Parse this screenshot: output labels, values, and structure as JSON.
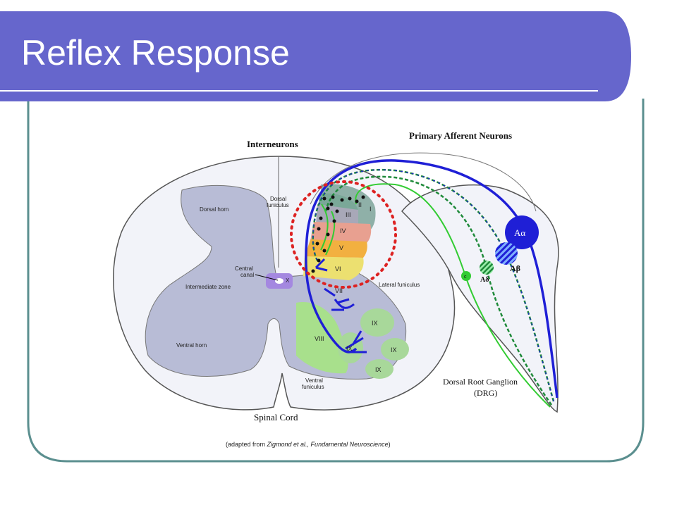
{
  "slide": {
    "title": "Reflex Response",
    "caption_prefix": "(adapted from ",
    "caption_italic": "Zigmond et al., Fundamental Neuroscience",
    "caption_suffix": ")"
  },
  "labels": {
    "interneurons": "Interneurons",
    "primary_afferent": "Primary Afferent Neurons",
    "dorsal_funiculus_1": "Dorsal",
    "dorsal_funiculus_2": "funiculus",
    "dorsal_horn": "Dorsal horn",
    "central_canal_1": "Central",
    "central_canal_2": "canal",
    "x": "X",
    "intermediate_zone": "Intermediate zone",
    "ventral_horn": "Ventral horn",
    "lateral_funiculus": "Lateral funiculus",
    "ventral_funiculus_1": "Ventral",
    "ventral_funiculus_2": "funiculus",
    "spinal_cord": "Spinal Cord",
    "drg_1": "Dorsal Root Ganglion",
    "drg_2": "(DRG)",
    "lamina_i": "I",
    "lamina_ii": "II",
    "lamina_iii": "III",
    "lamina_iv": "IV",
    "lamina_v": "V",
    "lamina_vi": "VI",
    "lamina_vii": "VII",
    "lamina_viii": "VIII",
    "lamina_ix_1": "IX",
    "lamina_ix_2": "IX",
    "lamina_ix_3": "IX",
    "lamina_ix_4": "IX",
    "fiber_a_alpha": "Aα",
    "fiber_a_beta": "Aβ",
    "fiber_a_delta": "Aδ",
    "fiber_c": "c"
  },
  "colors": {
    "title_bar": "#6666cc",
    "frame": "#5b8f8f",
    "fiber_blue": "#1f1fd6",
    "fiber_green": "#33cc33",
    "highlight_circle": "#dd2222",
    "gray_matter": "#b8bcd6"
  }
}
